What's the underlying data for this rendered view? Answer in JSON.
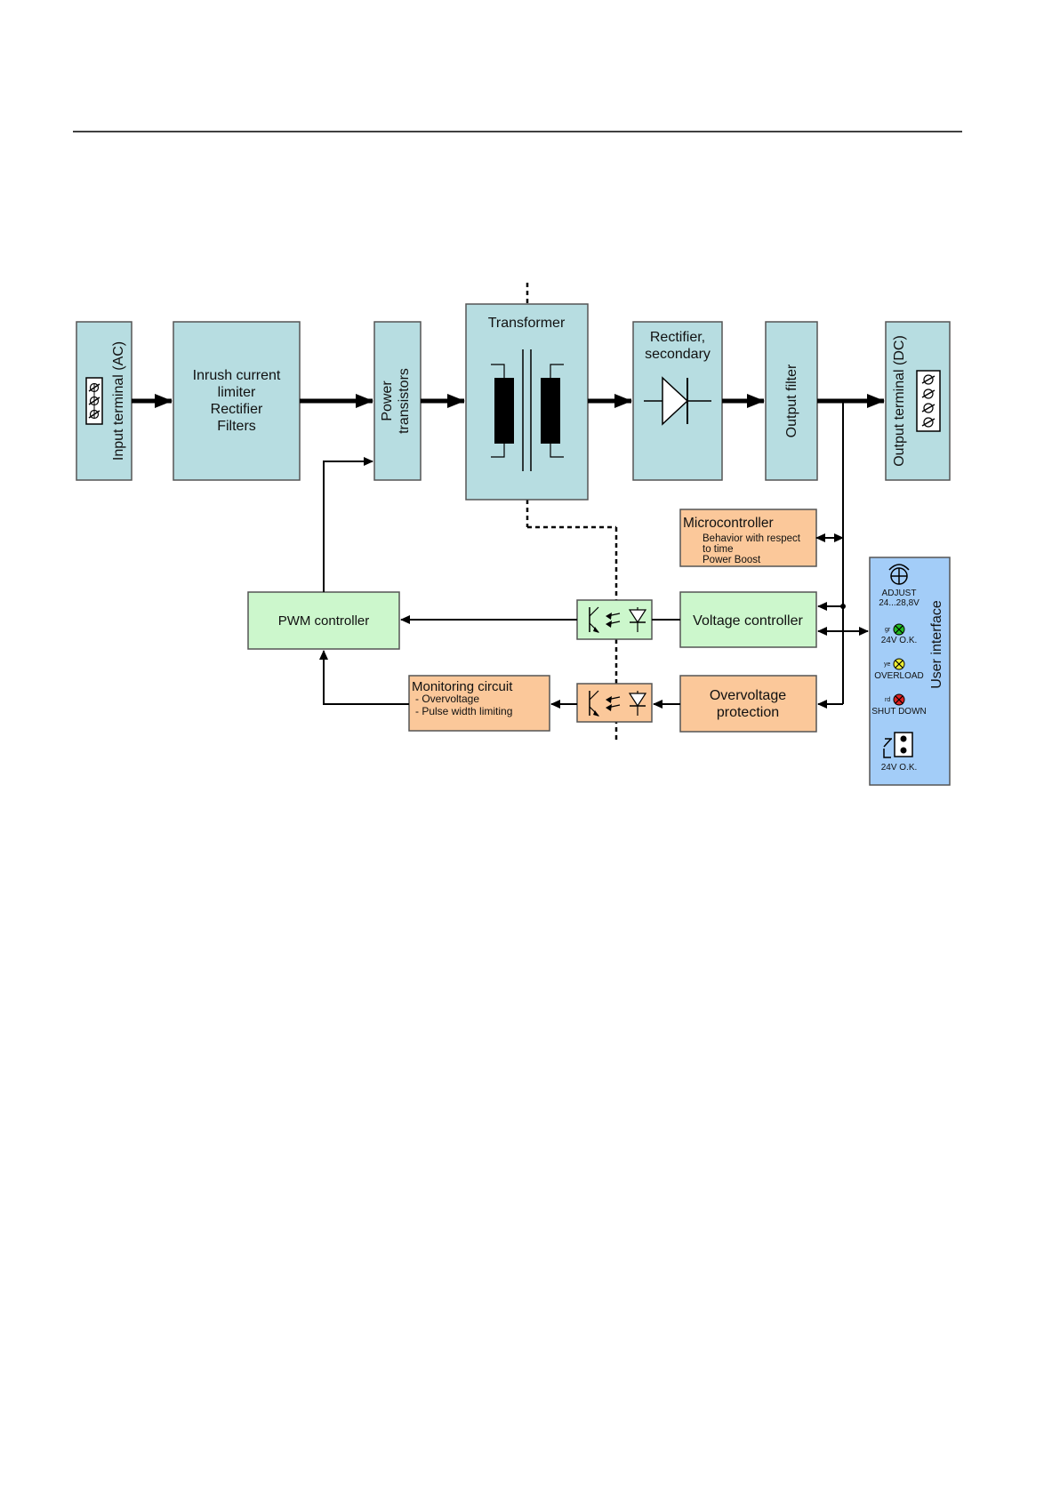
{
  "colors": {
    "power_block": "#b7dde1",
    "control_block": "#ccf7cc",
    "monitor_block": "#fbc89a",
    "ui_panel": "#a3cdf8",
    "led_green": "#22bb22",
    "led_yellow": "#eeee33",
    "led_red": "#dd2222"
  },
  "blocks": {
    "input_terminal": "Input terminal (AC)",
    "inrush": [
      "Inrush current",
      "limiter",
      "Rectifier",
      "Filters"
    ],
    "power_transistors": [
      "Power",
      "transistors"
    ],
    "transformer": "Transformer",
    "rectifier_secondary": [
      "Rectifier,",
      "secondary"
    ],
    "output_filter": "Output filter",
    "output_terminal": "Output terminal (DC)",
    "microcontroller": {
      "title": "Microcontroller",
      "items": [
        "Behavior with respect",
        "to time",
        "Power Boost"
      ]
    },
    "pwm_controller": "PWM controller",
    "voltage_controller": "Voltage controller",
    "monitoring": {
      "title": "Monitoring circuit",
      "items": [
        "- Overvoltage",
        "- Pulse width limiting"
      ]
    },
    "overvoltage_protection": [
      "Overvoltage",
      "protection"
    ]
  },
  "user_interface": {
    "title": "User interface",
    "adjust_label": "ADJUST",
    "adjust_range": "24...28,8V",
    "led_gr_tag": "gr",
    "led_gr_label": "24V O.K.",
    "led_ye_tag": "ye",
    "led_ye_label": "OVERLOAD",
    "led_rd_tag": "rd",
    "led_rd_label": "SHUT DOWN",
    "relay_label": "24V O.K."
  },
  "icons": [
    "screw-terminal-icon",
    "transformer-coil-icon",
    "diode-icon",
    "optocoupler-icon",
    "potentiometer-icon",
    "led-icon",
    "relay-contact-icon"
  ]
}
